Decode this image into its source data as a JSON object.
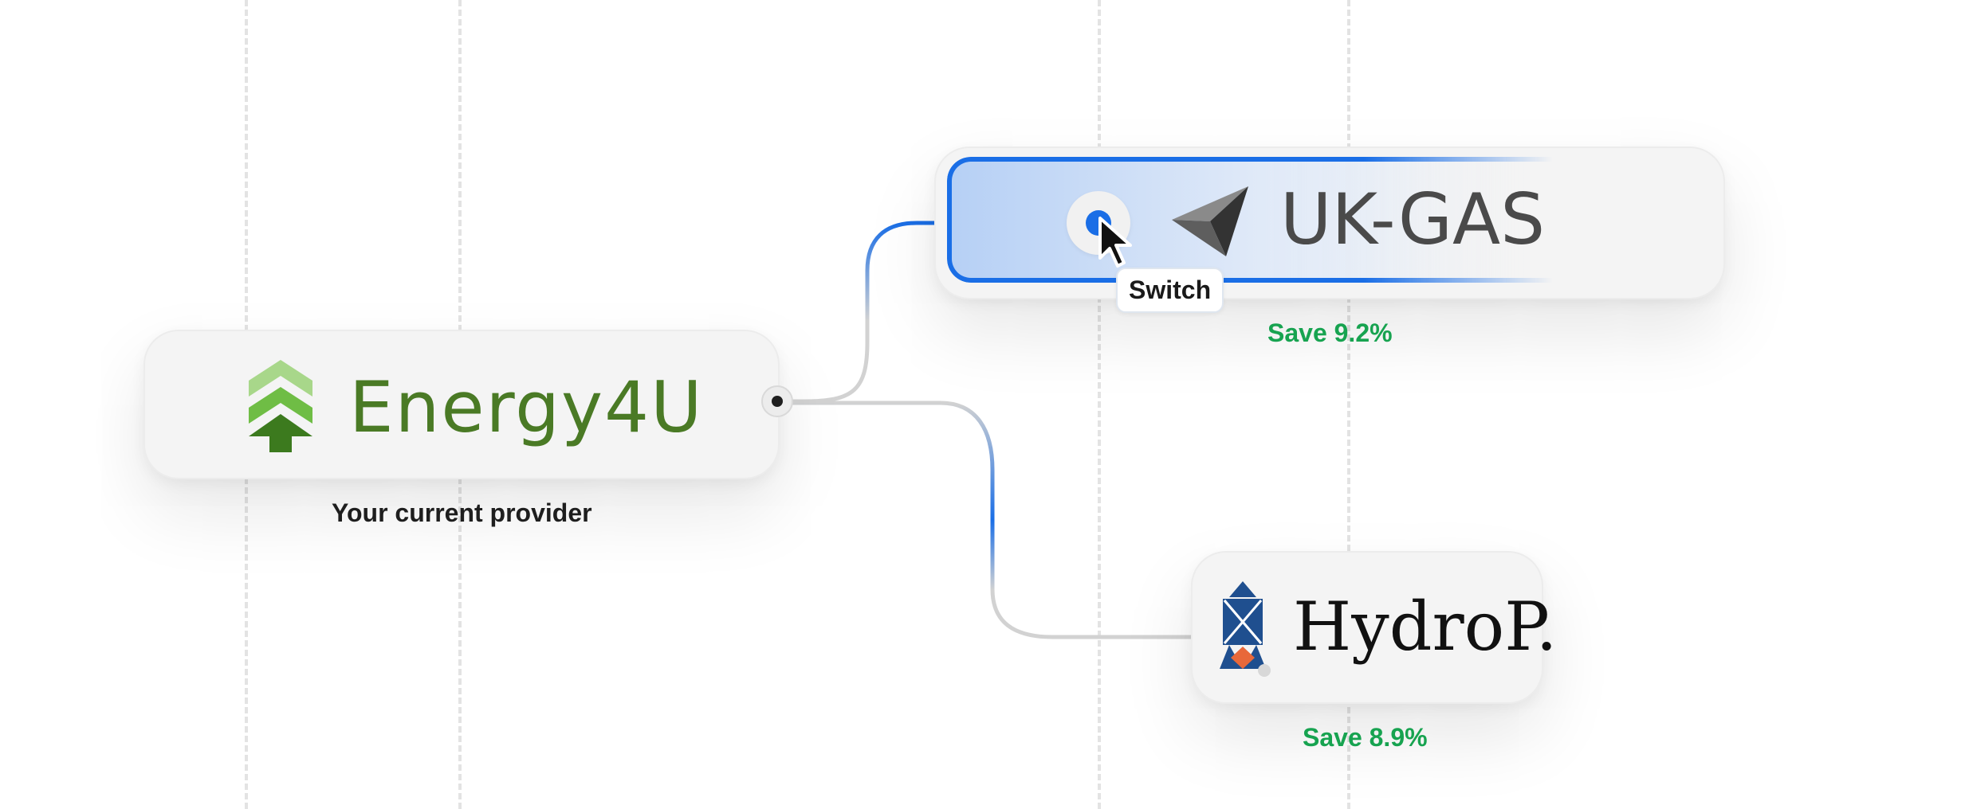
{
  "providers": {
    "current": {
      "name": "Energy4U",
      "caption": "Your current provider",
      "logo_icon": "chevron-arrows-up-icon",
      "color": "#4a7a25"
    },
    "options": [
      {
        "name": "UK-GAS",
        "saving": "Save 9.2%",
        "logo_icon": "paper-plane-icon",
        "selected": true,
        "action_tooltip": "Switch"
      },
      {
        "name": "HydroP.",
        "saving": "Save 8.9%",
        "logo_icon": "rocket-icon",
        "selected": false
      }
    ]
  },
  "colors": {
    "accent": "#1a6ee6",
    "saving": "#17a350",
    "card_bg": "#f4f4f4"
  }
}
